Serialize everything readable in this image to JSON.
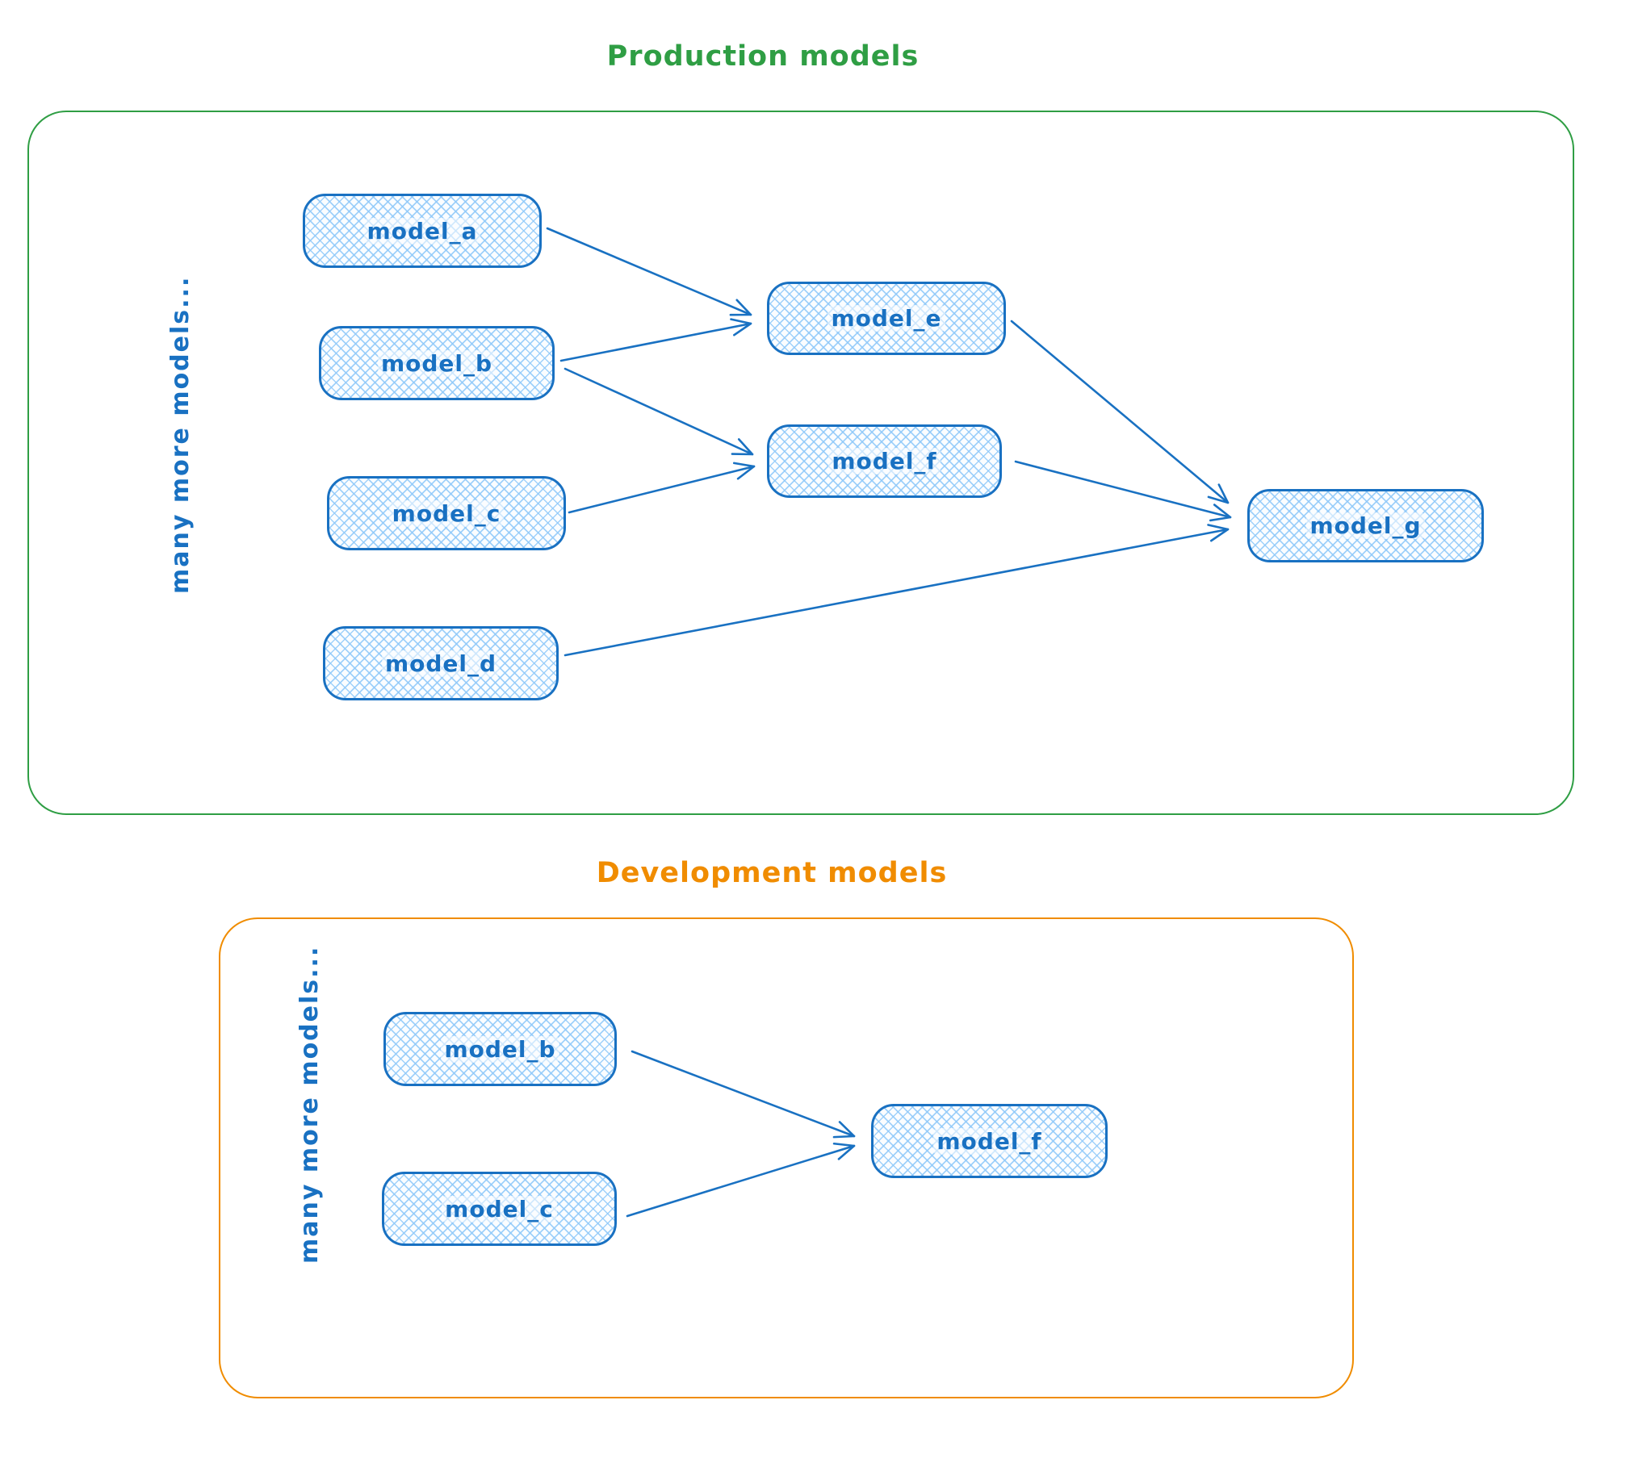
{
  "diagram": {
    "production": {
      "title": "Production models",
      "side_label": "many more models...",
      "nodes": {
        "model_a": "model_a",
        "model_b": "model_b",
        "model_c": "model_c",
        "model_d": "model_d",
        "model_e": "model_e",
        "model_f": "model_f",
        "model_g": "model_g"
      },
      "edges": [
        [
          "model_a",
          "model_e"
        ],
        [
          "model_b",
          "model_e"
        ],
        [
          "model_b",
          "model_f"
        ],
        [
          "model_c",
          "model_f"
        ],
        [
          "model_e",
          "model_g"
        ],
        [
          "model_f",
          "model_g"
        ],
        [
          "model_d",
          "model_g"
        ]
      ]
    },
    "development": {
      "title": "Development models",
      "side_label": "many more models...",
      "nodes": {
        "model_b": "model_b",
        "model_c": "model_c",
        "model_f": "model_f"
      },
      "edges": [
        [
          "model_b",
          "model_f"
        ],
        [
          "model_c",
          "model_f"
        ]
      ]
    },
    "colors": {
      "node_stroke": "#1971c2",
      "node_fill_hatch": "#a5d8ff",
      "production_accent": "#2f9e44",
      "development_accent": "#f08c00"
    },
    "style": "hand-drawn cross-hatch flowchart"
  }
}
